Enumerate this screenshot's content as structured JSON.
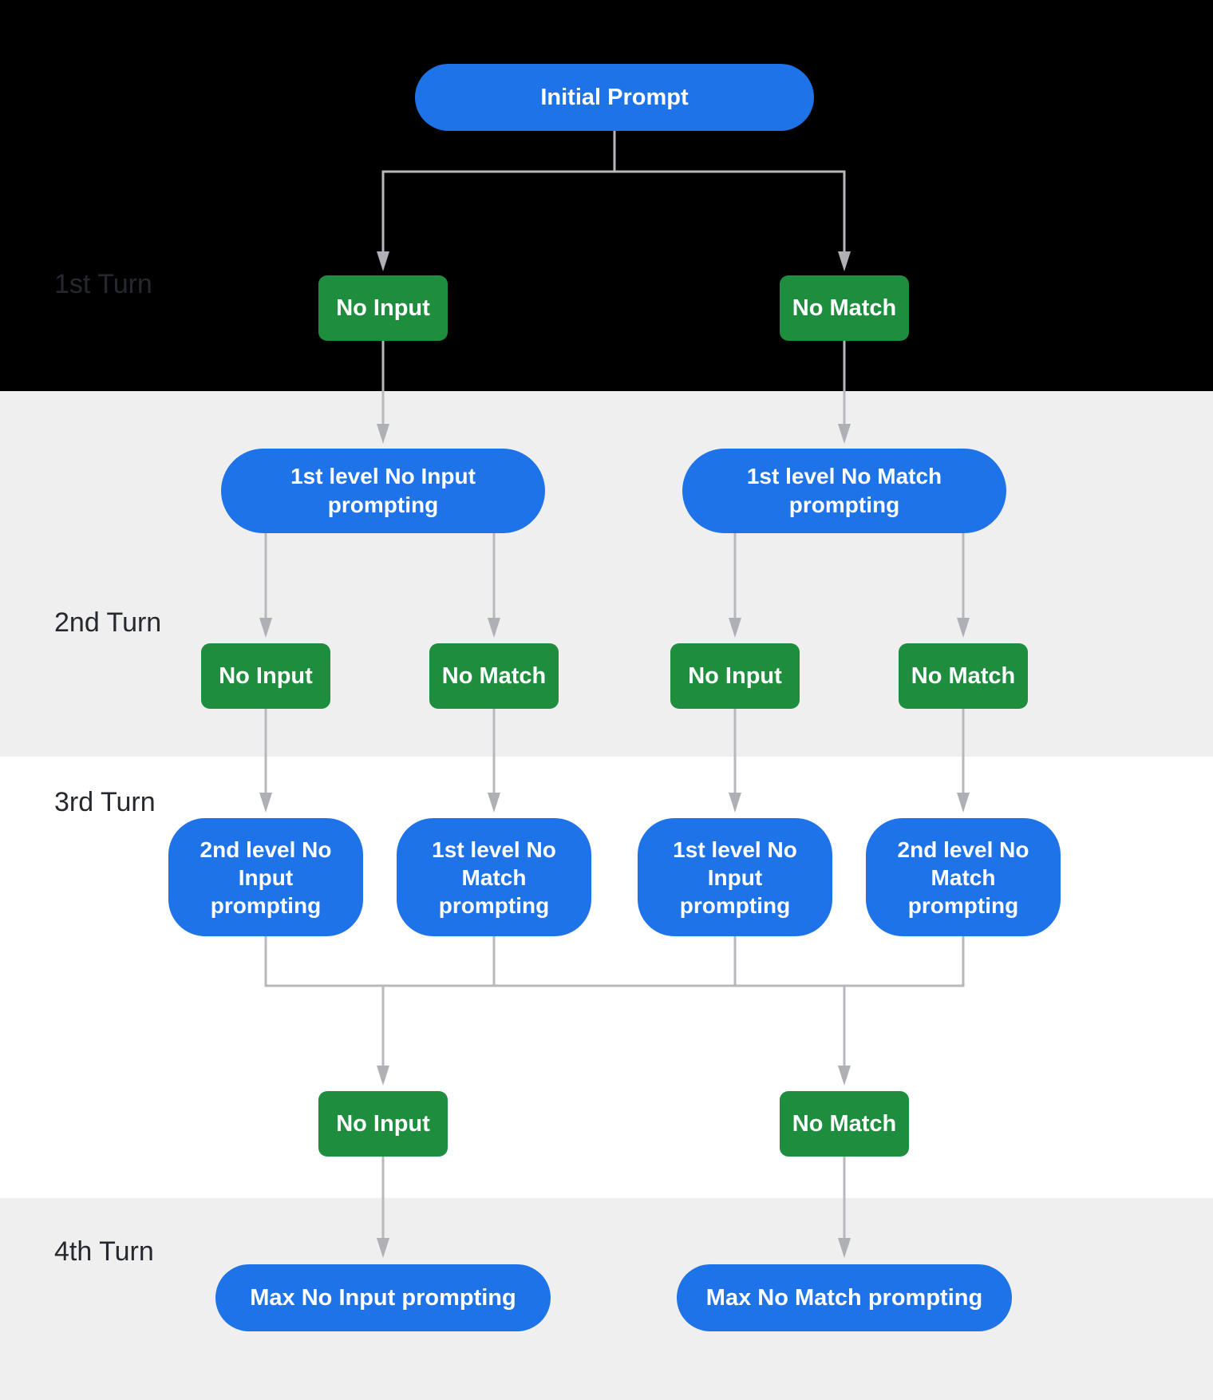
{
  "flowchart": {
    "root": {
      "label": "Initial Prompt"
    },
    "turns": [
      {
        "label": "1st Turn",
        "outcomes": [
          "No Input",
          "No Match"
        ]
      },
      {
        "label": "2nd Turn",
        "prompts": [
          "1st level No Input prompting",
          "1st level No Match prompting"
        ],
        "outcomes": [
          "No Input",
          "No Match",
          "No Input",
          "No Match"
        ]
      },
      {
        "label": "3rd Turn",
        "prompts": [
          "2nd level No Input prompting",
          "1st level No Match prompting",
          "1st level No Input prompting",
          "2nd level No Match prompting"
        ],
        "outcomes": [
          "No Input",
          "No Match"
        ]
      },
      {
        "label": "4th Turn",
        "prompts": [
          "Max No Input prompting",
          "Max No Match prompting"
        ]
      }
    ]
  },
  "colors": {
    "node_blue": "#1f73e8",
    "node_green": "#1e8e3e",
    "node_text": "#ffffff",
    "connector": "#b6b8bc",
    "connector_head": "#aeb0b5",
    "turn_label": "#25282e",
    "band_black": "#000000",
    "band_gray": "#efeff0",
    "band_white": "#ffffff"
  }
}
